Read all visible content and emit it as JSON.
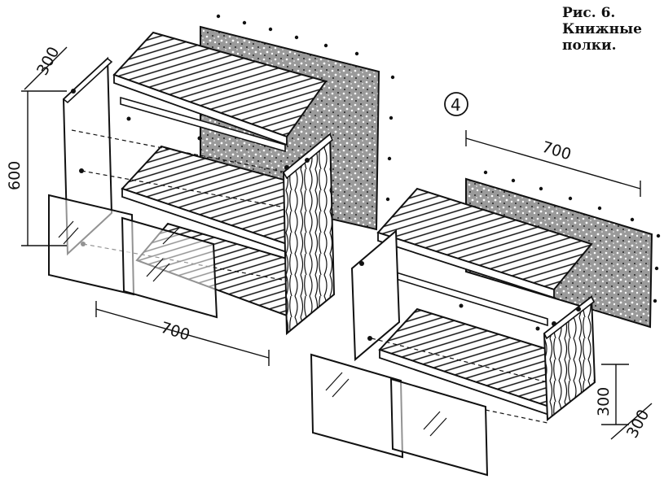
{
  "caption": {
    "line1": "Рис. 6.",
    "line2": "Книжные",
    "line3": "полки."
  },
  "marker": "4",
  "dimensions": {
    "left_depth": "300",
    "left_height": "600",
    "left_width": "700",
    "right_width": "700",
    "right_height": "300",
    "right_depth": "300"
  }
}
